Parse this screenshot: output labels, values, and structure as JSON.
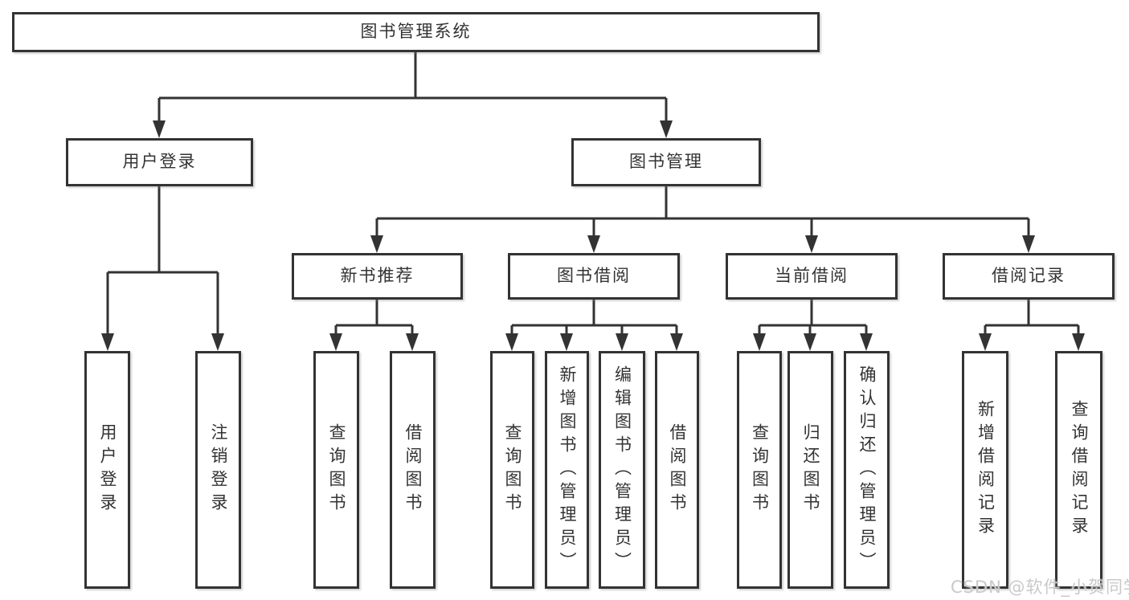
{
  "diagram": {
    "root": {
      "label": "图书管理系统"
    },
    "level1": [
      {
        "label": "用户登录"
      },
      {
        "label": "图书管理"
      }
    ],
    "level2": [
      {
        "label": "新书推荐"
      },
      {
        "label": "图书借阅"
      },
      {
        "label": "当前借阅"
      },
      {
        "label": "借阅记录"
      }
    ],
    "leaves": [
      {
        "label": "用户登录"
      },
      {
        "label": "注销登录"
      },
      {
        "label": "查询图书"
      },
      {
        "label": "借阅图书"
      },
      {
        "label": "查询图书"
      },
      {
        "label": "新增图书（管理员）"
      },
      {
        "label": "编辑图书（管理员）"
      },
      {
        "label": "借阅图书"
      },
      {
        "label": "查询图书"
      },
      {
        "label": "归还图书"
      },
      {
        "label": "确认归还（管理员）"
      },
      {
        "label": "新增借阅记录"
      },
      {
        "label": "查询借阅记录"
      }
    ],
    "structure": {
      "图书管理系统": [
        "用户登录",
        "图书管理"
      ],
      "用户登录": [
        "用户登录",
        "注销登录"
      ],
      "图书管理": [
        "新书推荐",
        "图书借阅",
        "当前借阅",
        "借阅记录"
      ],
      "新书推荐": [
        "查询图书",
        "借阅图书"
      ],
      "图书借阅": [
        "查询图书",
        "新增图书（管理员）",
        "编辑图书（管理员）",
        "借阅图书"
      ],
      "当前借阅": [
        "查询图书",
        "归还图书",
        "确认归还（管理员）"
      ],
      "借阅记录": [
        "新增借阅记录",
        "查询借阅记录"
      ]
    }
  },
  "watermark": {
    "text": "CSDN @软件_小贺同学"
  },
  "colors": {
    "line": "#333333",
    "text": "#333333",
    "background": "#ffffff",
    "watermark": "#c9c9c9"
  }
}
